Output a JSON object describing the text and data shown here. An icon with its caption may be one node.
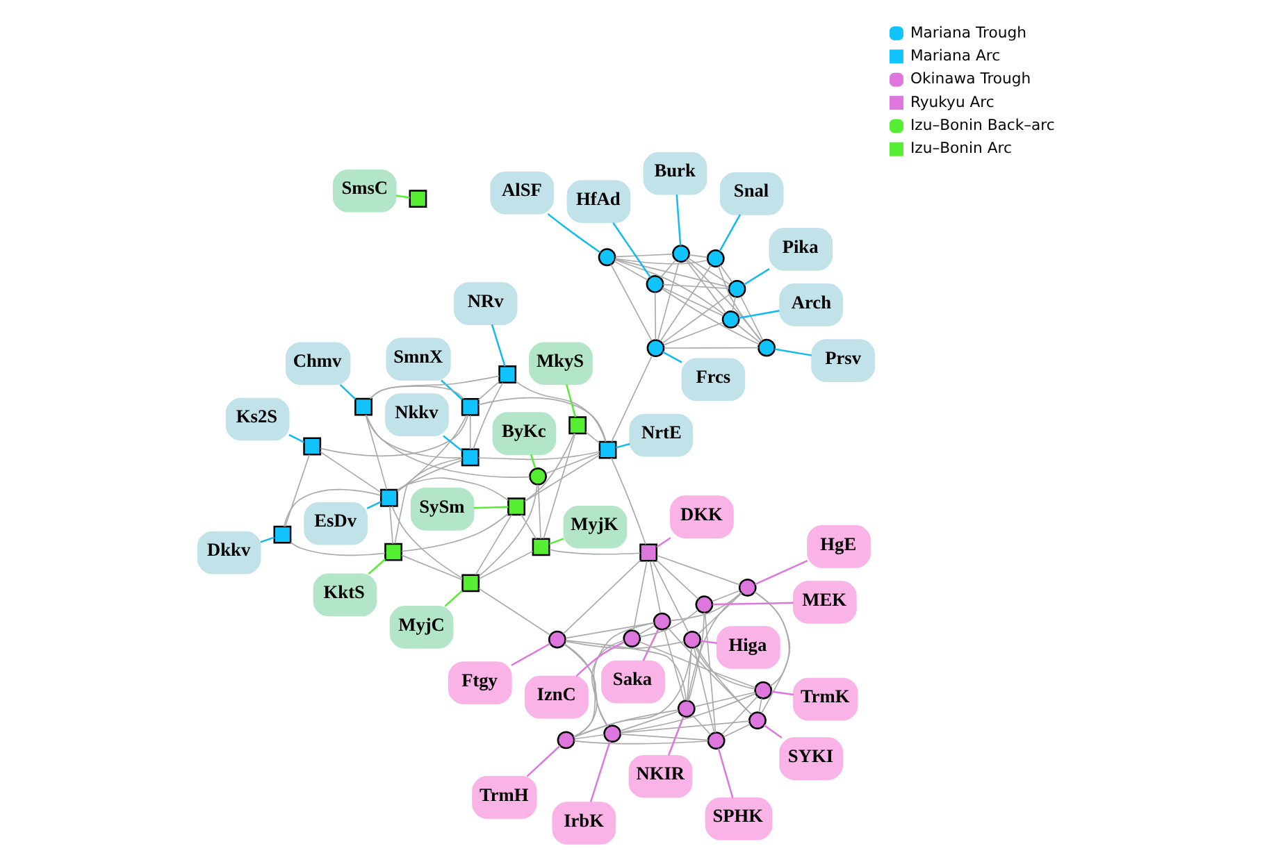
{
  "diagram": {
    "nodes": [
      {
        "text": [
          "TrmH"
        ]
      },
      {
        "text": [],
        "shape": "circle"
      },
      {
        "text": [
          "Saka"
        ]
      },
      {
        "text": [],
        "shape": "circle"
      },
      {
        "text": [
          "SPHK"
        ]
      },
      {
        "text": [],
        "shape": "circle"
      },
      {
        "text": [
          "NKIR"
        ]
      },
      {
        "text": [],
        "shape": "circle"
      },
      {
        "text": [
          "SYKI"
        ]
      },
      {
        "text": [],
        "shape": "circle"
      },
      {
        "text": [
          "IrbK"
        ]
      },
      {
        "text": [],
        "shape": "circle"
      },
      {
        "text": [
          "Higa"
        ]
      },
      {
        "text": [],
        "shape": "circle"
      },
      {
        "text": [
          "HgE"
        ]
      },
      {
        "text": [],
        "shape": "circle"
      },
      {
        "text": [
          "KktS"
        ]
      },
      {
        "text": [],
        "shape": "box"
      },
      {
        "text": [
          "SmnX"
        ]
      },
      {
        "text": [],
        "shape": "box"
      },
      {
        "text": [
          "SySm"
        ]
      },
      {
        "text": [],
        "shape": "box"
      },
      {
        "text": [
          "Ftgy"
        ]
      },
      {
        "text": [],
        "shape": "circle"
      },
      {
        "text": [
          "MEK"
        ]
      },
      {
        "text": [],
        "shape": "circle"
      },
      {
        "text": [
          "TrmK"
        ]
      },
      {
        "text": [],
        "shape": "circle"
      },
      {
        "text": [
          "MyjC"
        ]
      },
      {
        "text": [],
        "shape": "box"
      },
      {
        "text": [
          "Dkkv"
        ]
      },
      {
        "text": [],
        "shape": "box"
      },
      {
        "text": [
          "IznC"
        ]
      },
      {
        "text": [],
        "shape": "circle"
      },
      {
        "text": [
          "DKK"
        ]
      },
      {
        "text": [],
        "shape": "box"
      },
      {
        "text": [
          "MyjK"
        ]
      },
      {
        "text": [],
        "shape": "box"
      },
      {
        "text": [
          "Ks2S"
        ]
      },
      {
        "text": [],
        "shape": "box"
      },
      {
        "text": [
          "MkyS"
        ]
      },
      {
        "text": [],
        "shape": "box"
      },
      {
        "text": [
          "SmsC"
        ]
      },
      {
        "text": [],
        "shape": "box"
      },
      {
        "text": [
          "Nkkv"
        ]
      },
      {
        "text": [],
        "shape": "box"
      },
      {
        "text": [
          "Frcs"
        ]
      },
      {
        "text": [],
        "shape": "circle"
      },
      {
        "text": [
          "Chmv"
        ]
      },
      {
        "text": [],
        "shape": "box"
      },
      {
        "text": [
          "ByKc"
        ]
      },
      {
        "text": [],
        "shape": "circle"
      },
      {
        "text": [
          "EsDv"
        ]
      },
      {
        "text": [],
        "shape": "box"
      },
      {
        "text": [
          "Snal"
        ]
      },
      {
        "text": [],
        "shape": "circle"
      },
      {
        "text": [
          "NRv"
        ]
      },
      {
        "text": [],
        "shape": "box"
      },
      {
        "text": [
          "NrtE"
        ]
      },
      {
        "text": [],
        "shape": "box"
      },
      {
        "text": [
          "Pika"
        ]
      },
      {
        "text": [],
        "shape": "circle"
      },
      {
        "text": [
          "Burk"
        ]
      },
      {
        "text": [],
        "shape": "circle"
      },
      {
        "text": [
          "AlSF"
        ]
      },
      {
        "text": [],
        "shape": "circle"
      },
      {
        "text": [
          "Prsv"
        ]
      },
      {
        "text": [],
        "shape": "circle"
      },
      {
        "text": [
          "Arch"
        ]
      },
      {
        "text": [],
        "shape": "circle"
      },
      {
        "text": [
          "HfAd"
        ]
      },
      {
        "text": [],
        "shape": "circle"
      }
    ],
    "edges": [
      {
        "from": 0,
        "to": 1,
        "arrow": "none",
        "color": "#dd77dd"
      },
      {
        "from": 2,
        "to": 3,
        "arrow": "none",
        "color": "#dd77dd"
      },
      {
        "from": 4,
        "to": 5,
        "arrow": "none",
        "color": "#dd77dd"
      },
      {
        "from": 6,
        "to": 7,
        "arrow": "none",
        "color": "#dd77dd"
      },
      {
        "from": 8,
        "to": 9,
        "arrow": "none",
        "color": "#dd77dd"
      },
      {
        "from": 10,
        "to": 11,
        "arrow": "none",
        "color": "#dd77dd"
      },
      {
        "from": 12,
        "to": 13,
        "arrow": "none",
        "color": "#dd77dd"
      },
      {
        "from": 14,
        "to": 15,
        "arrow": "none",
        "color": "#dd77dd"
      },
      {
        "from": 16,
        "to": 17,
        "arrow": "none",
        "color": "#55ee33"
      },
      {
        "from": 18,
        "to": 19,
        "arrow": "none",
        "color": "#11bbee"
      },
      {
        "from": 20,
        "to": 21,
        "arrow": "none",
        "color": "#55ee33"
      },
      {
        "from": 22,
        "to": 23,
        "arrow": "none",
        "color": "#dd77dd"
      },
      {
        "from": 24,
        "to": 25,
        "arrow": "none",
        "color": "#dd77dd"
      },
      {
        "from": 26,
        "to": 27,
        "arrow": "none",
        "color": "#dd77dd"
      },
      {
        "from": 28,
        "to": 29,
        "arrow": "none",
        "color": "#55ee33"
      },
      {
        "from": 30,
        "to": 31,
        "arrow": "none",
        "color": "#11bbee"
      },
      {
        "from": 32,
        "to": 33,
        "arrow": "none",
        "color": "#dd77dd"
      },
      {
        "from": 34,
        "to": 35,
        "arrow": "none",
        "color": "#dd77dd"
      },
      {
        "from": 36,
        "to": 37,
        "arrow": "none",
        "color": "#55ee33"
      },
      {
        "from": 38,
        "to": 39,
        "arrow": "none",
        "color": "#11bbee"
      },
      {
        "from": 40,
        "to": 41,
        "arrow": "none",
        "color": "#55ee33"
      },
      {
        "from": 42,
        "to": 43,
        "arrow": "none",
        "color": "#55ee33"
      },
      {
        "from": 44,
        "to": 45,
        "arrow": "none",
        "color": "#11bbee"
      },
      {
        "from": 46,
        "to": 47,
        "arrow": "none",
        "color": "#11bbee"
      },
      {
        "from": 48,
        "to": 49,
        "arrow": "none",
        "color": "#11bbee"
      },
      {
        "from": 50,
        "to": 51,
        "arrow": "none",
        "color": "#55ee33"
      },
      {
        "from": 52,
        "to": 53,
        "arrow": "none",
        "color": "#11bbee"
      },
      {
        "from": 54,
        "to": 55,
        "arrow": "none",
        "color": "#11bbee"
      },
      {
        "from": 56,
        "to": 57,
        "arrow": "none",
        "color": "#11bbee"
      },
      {
        "from": 58,
        "to": 59,
        "arrow": "none",
        "color": "#11bbee"
      },
      {
        "from": 60,
        "to": 61,
        "arrow": "none",
        "color": "#11bbee"
      },
      {
        "from": 62,
        "to": 63,
        "arrow": "none",
        "color": "#11bbee"
      },
      {
        "from": 64,
        "to": 65,
        "arrow": "none",
        "color": "#11bbee"
      },
      {
        "from": 66,
        "to": 67,
        "arrow": "none",
        "color": "#11bbee"
      },
      {
        "from": 68,
        "to": 69,
        "arrow": "none",
        "color": "#11bbee"
      },
      {
        "from": 70,
        "to": 71,
        "arrow": "none",
        "color": "#11bbee"
      },
      {
        "from": 1,
        "to": 5,
        "arrow": "none"
      },
      {
        "from": 1,
        "to": 13,
        "arrow": "none"
      },
      {
        "from": 1,
        "to": 7,
        "arrow": "none"
      },
      {
        "from": 1,
        "to": 11,
        "arrow": "none"
      },
      {
        "from": 1,
        "to": 3,
        "arrow": "none"
      },
      {
        "from": 1,
        "to": 23,
        "arrow": "none"
      },
      {
        "from": 13,
        "to": 5,
        "arrow": "none"
      },
      {
        "from": 13,
        "to": 7,
        "arrow": "none"
      },
      {
        "from": 13,
        "to": 23,
        "arrow": "none"
      },
      {
        "from": 13,
        "to": 15,
        "arrow": "none"
      },
      {
        "from": 13,
        "to": 9,
        "arrow": "none"
      },
      {
        "from": 13,
        "to": 27,
        "arrow": "none"
      },
      {
        "from": 13,
        "to": 35,
        "arrow": "none"
      },
      {
        "from": 5,
        "to": 9,
        "arrow": "none"
      },
      {
        "from": 5,
        "to": 7,
        "arrow": "none"
      },
      {
        "from": 5,
        "to": 25,
        "arrow": "none"
      },
      {
        "from": 5,
        "to": 11,
        "arrow": "none"
      },
      {
        "from": 5,
        "to": 27,
        "arrow": "none"
      },
      {
        "from": 3,
        "to": 7,
        "arrow": "none"
      },
      {
        "from": 3,
        "to": 9,
        "arrow": "none"
      },
      {
        "from": 3,
        "to": 15,
        "arrow": "none"
      },
      {
        "from": 3,
        "to": 23,
        "arrow": "none"
      },
      {
        "from": 3,
        "to": 35,
        "arrow": "none"
      },
      {
        "from": 3,
        "to": 33,
        "arrow": "none"
      },
      {
        "from": 7,
        "to": 11,
        "arrow": "none"
      },
      {
        "from": 7,
        "to": 25,
        "arrow": "none"
      },
      {
        "from": 7,
        "to": 15,
        "arrow": "none"
      },
      {
        "from": 7,
        "to": 27,
        "arrow": "none"
      },
      {
        "from": 23,
        "to": 7,
        "arrow": "none"
      },
      {
        "from": 9,
        "to": 11,
        "arrow": "none"
      },
      {
        "from": 9,
        "to": 15,
        "arrow": "none"
      },
      {
        "from": 9,
        "to": 27,
        "arrow": "none"
      },
      {
        "from": 11,
        "to": 27,
        "arrow": "none"
      },
      {
        "from": 11,
        "to": 33,
        "arrow": "none"
      },
      {
        "from": 23,
        "to": 11,
        "arrow": "none"
      },
      {
        "from": 15,
        "to": 25,
        "arrow": "none"
      },
      {
        "from": 15,
        "to": 27,
        "arrow": "none"
      },
      {
        "from": 15,
        "to": 35,
        "arrow": "none"
      },
      {
        "from": 23,
        "to": 35,
        "arrow": "none"
      },
      {
        "from": 25,
        "to": 33,
        "arrow": "none"
      },
      {
        "from": 25,
        "to": 35,
        "arrow": "none"
      },
      {
        "from": 33,
        "to": 27,
        "arrow": "none"
      },
      {
        "from": 33,
        "to": 35,
        "arrow": "none"
      },
      {
        "from": 31,
        "to": 39,
        "arrow": "none"
      },
      {
        "from": 31,
        "to": 17,
        "arrow": "none"
      },
      {
        "from": 31,
        "to": 53,
        "arrow": "none"
      },
      {
        "from": 39,
        "to": 19,
        "arrow": "none"
      },
      {
        "from": 39,
        "to": 53,
        "arrow": "none"
      },
      {
        "from": 19,
        "to": 45,
        "arrow": "none"
      },
      {
        "from": 19,
        "to": 49,
        "arrow": "none"
      },
      {
        "from": 19,
        "to": 57,
        "arrow": "none"
      },
      {
        "from": 19,
        "to": 53,
        "arrow": "none"
      },
      {
        "from": 19,
        "to": 59,
        "arrow": "none"
      },
      {
        "from": 53,
        "to": 45,
        "arrow": "none"
      },
      {
        "from": 53,
        "to": 49,
        "arrow": "none"
      },
      {
        "from": 53,
        "to": 21,
        "arrow": "none"
      },
      {
        "from": 53,
        "to": 17,
        "arrow": "none"
      },
      {
        "from": 53,
        "to": 29,
        "arrow": "none"
      },
      {
        "from": 45,
        "to": 49,
        "arrow": "none"
      },
      {
        "from": 45,
        "to": 57,
        "arrow": "none"
      },
      {
        "from": 45,
        "to": 59,
        "arrow": "none"
      },
      {
        "from": 49,
        "to": 57,
        "arrow": "none"
      },
      {
        "from": 49,
        "to": 51,
        "arrow": "none"
      },
      {
        "from": 17,
        "to": 29,
        "arrow": "none"
      },
      {
        "from": 17,
        "to": 21,
        "arrow": "none"
      },
      {
        "from": 17,
        "to": 45,
        "arrow": "none"
      },
      {
        "from": 21,
        "to": 29,
        "arrow": "none"
      },
      {
        "from": 21,
        "to": 37,
        "arrow": "none"
      },
      {
        "from": 21,
        "to": 41,
        "arrow": "none"
      },
      {
        "from": 21,
        "to": 59,
        "arrow": "none"
      },
      {
        "from": 29,
        "to": 37,
        "arrow": "none"
      },
      {
        "from": 29,
        "to": 51,
        "arrow": "none"
      },
      {
        "from": 37,
        "to": 41,
        "arrow": "none"
      },
      {
        "from": 51,
        "to": 59,
        "arrow": "none"
      },
      {
        "from": 51,
        "to": 37,
        "arrow": "none"
      },
      {
        "from": 41,
        "to": 59,
        "arrow": "none"
      },
      {
        "from": 57,
        "to": 59,
        "arrow": "none"
      },
      {
        "from": 29,
        "to": 23,
        "arrow": "none"
      },
      {
        "from": 35,
        "to": 37,
        "arrow": "none"
      },
      {
        "from": 35,
        "to": 59,
        "arrow": "none"
      },
      {
        "from": 59,
        "to": 47,
        "arrow": "none"
      },
      {
        "from": 47,
        "to": 55,
        "arrow": "none"
      },
      {
        "from": 47,
        "to": 61,
        "arrow": "none"
      },
      {
        "from": 47,
        "to": 69,
        "arrow": "none"
      },
      {
        "from": 47,
        "to": 71,
        "arrow": "none"
      },
      {
        "from": 47,
        "to": 67,
        "arrow": "none"
      },
      {
        "from": 47,
        "to": 63,
        "arrow": "none"
      },
      {
        "from": 47,
        "to": 65,
        "arrow": "none"
      },
      {
        "from": 55,
        "to": 61,
        "arrow": "none"
      },
      {
        "from": 55,
        "to": 65,
        "arrow": "none"
      },
      {
        "from": 55,
        "to": 63,
        "arrow": "none"
      },
      {
        "from": 55,
        "to": 67,
        "arrow": "none"
      },
      {
        "from": 61,
        "to": 63,
        "arrow": "none"
      },
      {
        "from": 61,
        "to": 71,
        "arrow": "none"
      },
      {
        "from": 61,
        "to": 69,
        "arrow": "none"
      },
      {
        "from": 61,
        "to": 65,
        "arrow": "none"
      },
      {
        "from": 63,
        "to": 67,
        "arrow": "none"
      },
      {
        "from": 63,
        "to": 69,
        "arrow": "none"
      },
      {
        "from": 63,
        "to": 71,
        "arrow": "none"
      },
      {
        "from": 63,
        "to": 65,
        "arrow": "none"
      },
      {
        "from": 67,
        "to": 69,
        "arrow": "none"
      },
      {
        "from": 67,
        "to": 71,
        "arrow": "none"
      },
      {
        "from": 67,
        "to": 61,
        "arrow": "none"
      },
      {
        "from": 69,
        "to": 71,
        "arrow": "none"
      },
      {
        "from": 69,
        "to": 65,
        "arrow": "none"
      },
      {
        "from": 71,
        "to": 65,
        "arrow": "none"
      }
    ],
    "legend": [
      {
        "text": "Mariana Trough"
      },
      {
        "text": "Mariana Arc"
      },
      {
        "text": "Okinawa Trough"
      },
      {
        "text": "Ryukyu Arc"
      },
      {
        "text": "Izu–Bonin Back–arc"
      },
      {
        "text": "Izu–Bonin Arc"
      }
    ]
  }
}
